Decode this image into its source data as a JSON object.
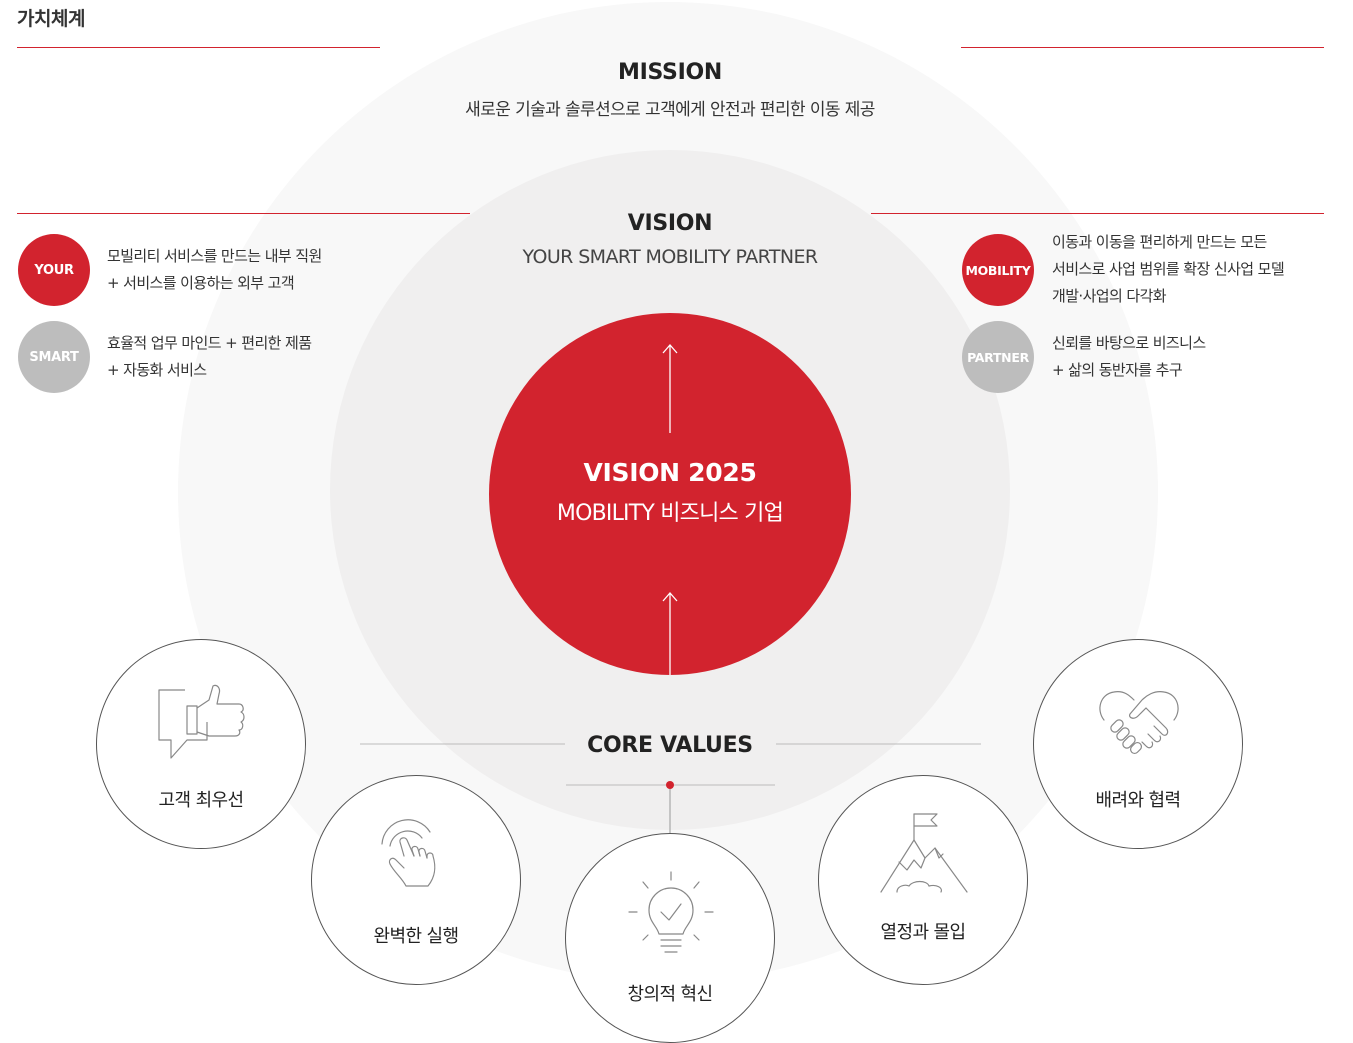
{
  "page_title": "가치체계",
  "colors": {
    "accent": "#d2232e",
    "gray_badge": "#bdbdbd"
  },
  "mission": {
    "heading": "MISSION",
    "text": "새로운 기술과 솔루션으로 고객에게 안전과 편리한 이동 제공"
  },
  "vision": {
    "heading": "VISION",
    "text": "YOUR SMART MOBILITY PARTNER"
  },
  "vision2025": {
    "heading": "VISION 2025",
    "text": "MOBILITY 비즈니스 기업"
  },
  "keywords_left": [
    {
      "label": "YOUR",
      "style": "red",
      "lines": [
        "모빌리티 서비스를 만드는 내부 직원",
        "+ 서비스를 이용하는 외부 고객"
      ]
    },
    {
      "label": "SMART",
      "style": "gray",
      "lines": [
        "효율적 업무 마인드 + 편리한 제품",
        "+ 자동화 서비스"
      ]
    }
  ],
  "keywords_right": [
    {
      "label": "MOBILITY",
      "style": "red",
      "lines": [
        "이동과 이동을 편리하게 만드는 모든",
        "서비스로 사업 범위를 확장 신사업 모델",
        "개발·사업의 다각화"
      ]
    },
    {
      "label": "PARTNER",
      "style": "gray",
      "lines": [
        "신뢰를 바탕으로 비즈니스",
        "+ 삶의 동반자를 추구"
      ]
    }
  ],
  "core_values": {
    "heading": "CORE VALUES",
    "items": [
      {
        "label": "고객 최우선",
        "icon": "thumbs-up-speech-icon"
      },
      {
        "label": "완벽한 실행",
        "icon": "touch-hand-icon"
      },
      {
        "label": "창의적 혁신",
        "icon": "lightbulb-icon"
      },
      {
        "label": "열정과 몰입",
        "icon": "mountain-flag-icon"
      },
      {
        "label": "배려와 협력",
        "icon": "handshake-icon"
      }
    ]
  }
}
